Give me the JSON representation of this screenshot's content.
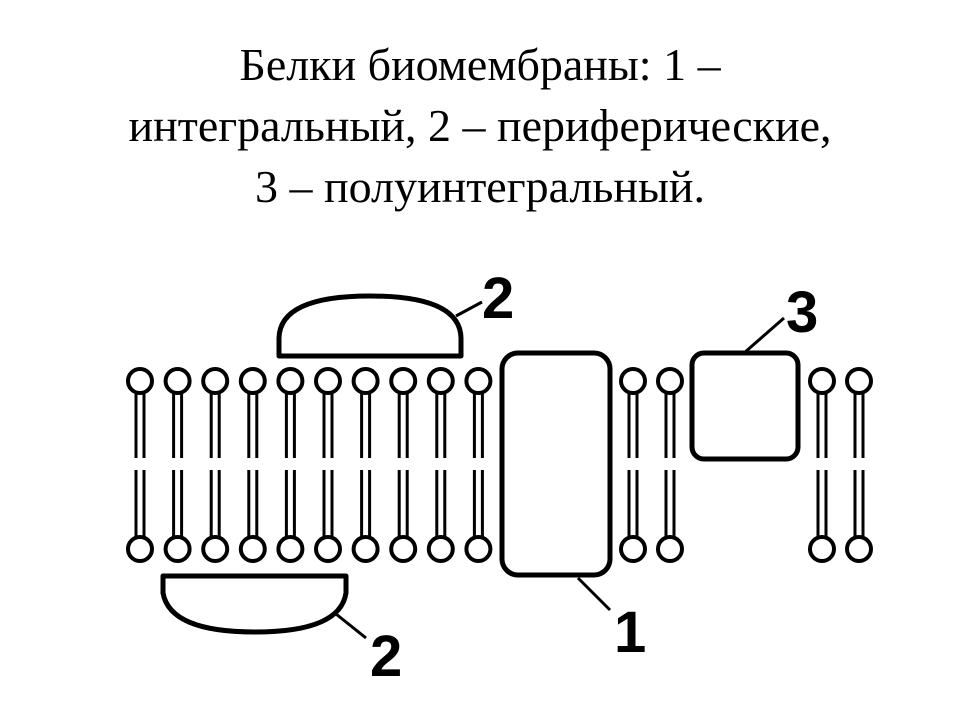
{
  "slide": {
    "title_lines": [
      "Белки биомембраны: 1 –",
      "интегральный, 2 – периферические,",
      "3 – полуинтегральный."
    ]
  },
  "diagram": {
    "labels": {
      "integral": "1",
      "peripheral_top": "2",
      "peripheral_bottom": "2",
      "semi_integral": "3"
    },
    "colors": {
      "stroke": "#000000",
      "fill": "#ffffff"
    }
  }
}
